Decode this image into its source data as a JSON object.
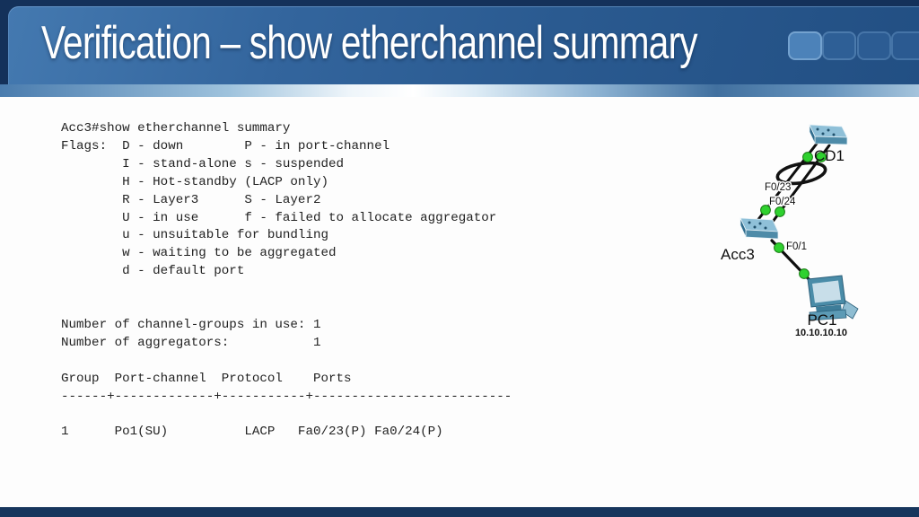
{
  "slide": {
    "title": "Verification – show etherchannel summary",
    "colors": {
      "title_navy": "#14315A",
      "title_panel_blue": "#2E6197",
      "accent_squares": [
        "#4C82B9",
        "#2E5F96",
        "#2C5C93",
        "#2B5A91"
      ],
      "footer_bar": "#17365D",
      "link_status_green": "#2FD12F",
      "device_teal": "#6FA6C2"
    }
  },
  "terminal": {
    "prompt": "Acc3#",
    "command": "show etherchannel summary",
    "text": "Acc3#show etherchannel summary\nFlags:  D - down        P - in port-channel\n        I - stand-alone s - suspended\n        H - Hot-standby (LACP only)\n        R - Layer3      S - Layer2\n        U - in use      f - failed to allocate aggregator\n        u - unsuitable for bundling\n        w - waiting to be aggregated\n        d - default port\n\n\nNumber of channel-groups in use: 1\nNumber of aggregators:           1\n\nGroup  Port-channel  Protocol    Ports\n------+-------------+-----------+--------------------------\n\n1      Po1(SU)          LACP   Fa0/23(P) Fa0/24(P)",
    "channel_groups_in_use": "1",
    "aggregators": "1",
    "table": {
      "headers": [
        "Group",
        "Port-channel",
        "Protocol",
        "Ports"
      ],
      "rows": [
        {
          "group": "1",
          "port_channel": "Po1(SU)",
          "protocol": "LACP",
          "ports": "Fa0/23(P) Fa0/24(P)"
        }
      ]
    }
  },
  "diagram": {
    "devices": [
      {
        "name": "CD1",
        "type": "switch"
      },
      {
        "name": "Acc3",
        "type": "switch"
      },
      {
        "name": "PC1",
        "type": "pc",
        "ip": "10.10.10.10"
      }
    ],
    "links": [
      {
        "from": "CD1",
        "to": "Acc3",
        "port": "F0/23",
        "bundled": true
      },
      {
        "from": "CD1",
        "to": "Acc3",
        "port": "F0/24",
        "bundled": true
      },
      {
        "from": "Acc3",
        "to": "PC1",
        "port": "F0/1",
        "bundled": false
      }
    ],
    "labels": {
      "cd1": "CD1",
      "acc3": "Acc3",
      "pc1": "PC1",
      "pc1_ip": "10.10.10.10",
      "port_f023": "F0/23",
      "port_f024": "F0/24",
      "port_f01": "F0/1"
    }
  }
}
